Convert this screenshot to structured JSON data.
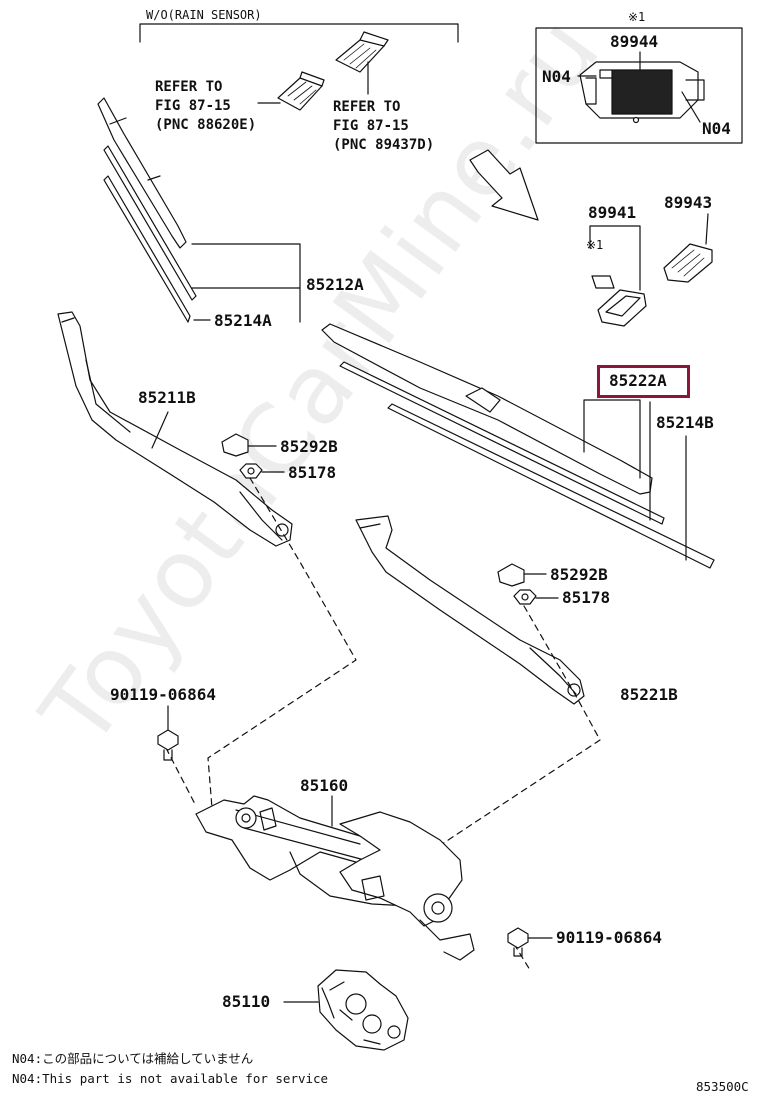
{
  "header": {
    "condition_label": "W/O(RAIN SENSOR)",
    "note_mark_top": "※1",
    "note_mark_mid": "※1"
  },
  "references": {
    "ref_a": "REFER TO\nFIG 87-15\n(PNC 88620E)",
    "ref_b": "REFER TO\nFIG 87-15\n(PNC 89437D)"
  },
  "parts": {
    "p89944": "89944",
    "n04_left": "N04",
    "n04_right": "N04",
    "p89941": "89941",
    "p89943": "89943",
    "p85212A": "85212A",
    "p85214A": "85214A",
    "p85222A": "85222A",
    "p85214B": "85214B",
    "p85211B": "85211B",
    "p85292B_1": "85292B",
    "p85178_1": "85178",
    "p85292B_2": "85292B",
    "p85178_2": "85178",
    "p85221B": "85221B",
    "p90119_1": "90119-06864",
    "p85160": "85160",
    "p90119_2": "90119-06864",
    "p85110": "85110"
  },
  "notes": {
    "jp": "N04:この部品については補給していません",
    "en": "N04:This part is not available for service"
  },
  "figure_code": "853500C",
  "watermark": "ToyotaCarMine.ru",
  "colors": {
    "highlight": "#8c1538",
    "line": "#111111"
  }
}
